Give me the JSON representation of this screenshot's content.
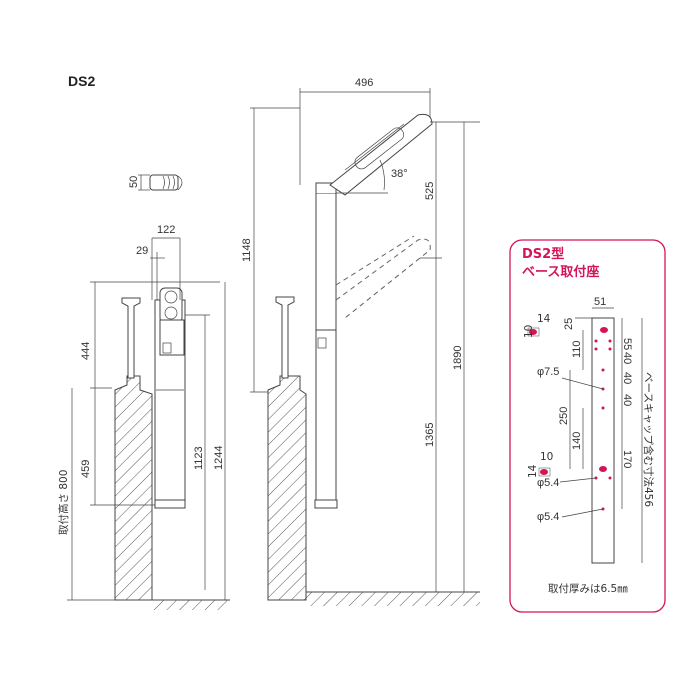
{
  "model": "DS2",
  "colors": {
    "accent": "#d4145a",
    "line": "#444444",
    "text": "#333333"
  },
  "left_view": {
    "dim_cap_height": "50",
    "dim_width": "122",
    "dim_offset": "29",
    "dim_top": "444",
    "dim_lower": "459",
    "dim_mount_height": "取付高さ 800",
    "dim_post": "1123",
    "dim_total": "1244"
  },
  "right_view": {
    "dim_arm_reach": "496",
    "dim_angle": "38°",
    "dim_arm_drop": "525",
    "dim_pole": "1148",
    "dim_lower": "1365",
    "dim_total": "1890"
  },
  "base_panel": {
    "title_line1": "DS2型",
    "title_line2": "ベース取付座",
    "dim_width": "51",
    "dim_top_offset": "25",
    "dim_slot_w": "14",
    "dim_slot_h": "10",
    "dim_slot2_w": "14",
    "dim_slot2_h": "10",
    "dim_110": "110",
    "dim_250": "250",
    "dim_140": "140",
    "dim_55": "55",
    "dim_40a": "40",
    "dim_40b": "40",
    "dim_40c": "40",
    "dim_170": "170",
    "hole_75": "φ7.5",
    "hole_54a": "φ5.4",
    "hole_54b": "φ5.4",
    "cap_label": "ベースキャップ含む寸法456",
    "thickness": "取付厚みは6.5㎜"
  }
}
